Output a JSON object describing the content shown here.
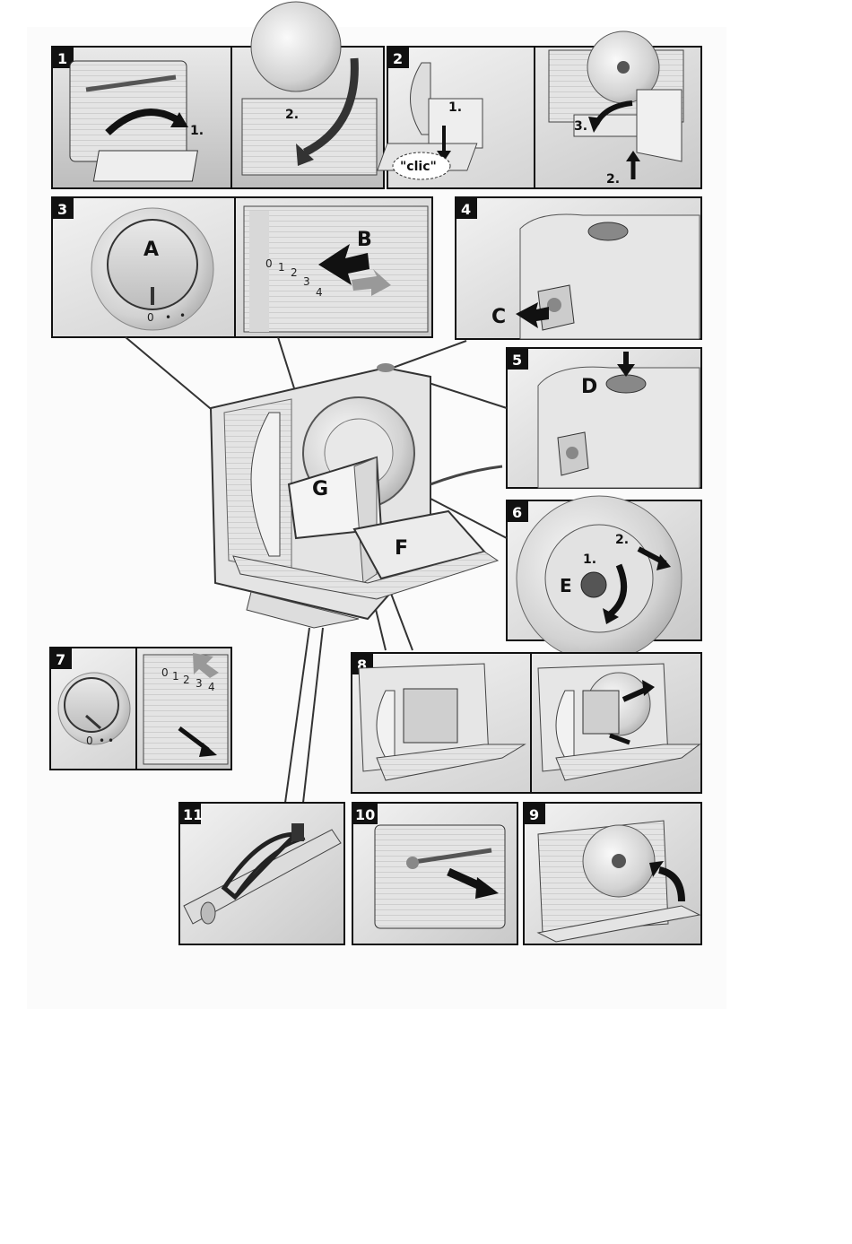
{
  "panels": [
    {
      "num": "1",
      "steps": [
        "1.",
        "2."
      ]
    },
    {
      "num": "2",
      "steps": [
        "1.",
        "2.",
        "3."
      ],
      "sound": "\"clic\""
    },
    {
      "num": "3",
      "labels": [
        "A",
        "B"
      ],
      "dial_marks": [
        "0",
        "•",
        "•"
      ],
      "scale": [
        "0",
        "1",
        "2",
        "3",
        "4"
      ]
    },
    {
      "num": "4",
      "labels": [
        "C"
      ]
    },
    {
      "num": "5",
      "labels": [
        "D"
      ]
    },
    {
      "num": "6",
      "labels": [
        "E"
      ],
      "steps": [
        "1.",
        "2."
      ]
    },
    {
      "num": "7",
      "dial_marks": [
        "0",
        "•",
        "•"
      ],
      "scale": [
        "0",
        "1",
        "2",
        "3",
        "4"
      ]
    },
    {
      "num": "8"
    },
    {
      "num": "9"
    },
    {
      "num": "10"
    },
    {
      "num": "11"
    }
  ],
  "main": {
    "labels": [
      "G",
      "F"
    ]
  }
}
